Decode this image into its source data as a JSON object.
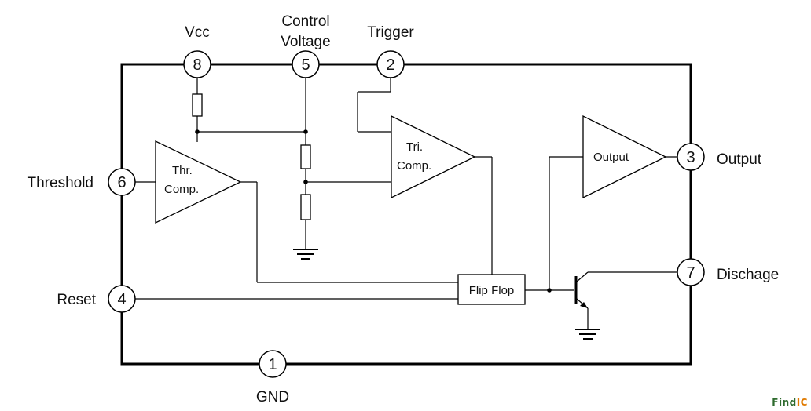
{
  "pins": [
    {
      "id": "pin-8",
      "number": "8",
      "label": "Vcc"
    },
    {
      "id": "pin-5",
      "number": "5",
      "label_line1": "Control",
      "label_line2": "Voltage"
    },
    {
      "id": "pin-2",
      "number": "2",
      "label": "Trigger"
    },
    {
      "id": "pin-6",
      "number": "6",
      "label": "Threshold"
    },
    {
      "id": "pin-4",
      "number": "4",
      "label": "Reset"
    },
    {
      "id": "pin-3",
      "number": "3",
      "label": "Output"
    },
    {
      "id": "pin-7",
      "number": "7",
      "label": "Dischage"
    },
    {
      "id": "pin-1",
      "number": "1",
      "label": "GND"
    }
  ],
  "blocks": {
    "threshold_comparator": {
      "line1": "Thr.",
      "line2": "Comp."
    },
    "trigger_comparator": {
      "line1": "Tri.",
      "line2": "Comp."
    },
    "output_buffer": {
      "label": "Output"
    },
    "flip_flop": {
      "label": "Flip Flop"
    }
  },
  "watermark": {
    "part1": "Find",
    "part2": "IC"
  }
}
